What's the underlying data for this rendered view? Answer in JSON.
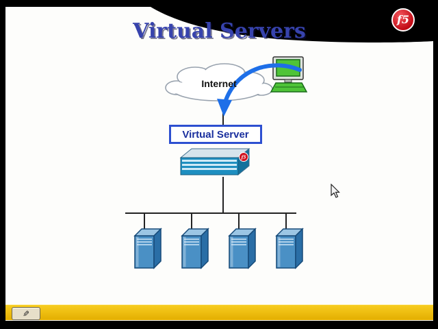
{
  "app": {
    "toolbar": {
      "pen_icon": "✎"
    }
  },
  "slide": {
    "title": "Virtual Servers",
    "brand_logo": "f5",
    "diagram": {
      "internet_label": "Internet",
      "virtual_server_label": "Virtual Server",
      "appliance_logo": "f5"
    },
    "colors": {
      "title_blue": "#3743ad",
      "virtual_server_border": "#2d4fd0",
      "arrow_blue": "#1e6fe8",
      "server_front_blue": "#4a90c5",
      "appliance_teal": "#1e8fc0",
      "logo_red": "#c00a14",
      "bottom_bar_yellow": "#eebb10"
    }
  }
}
